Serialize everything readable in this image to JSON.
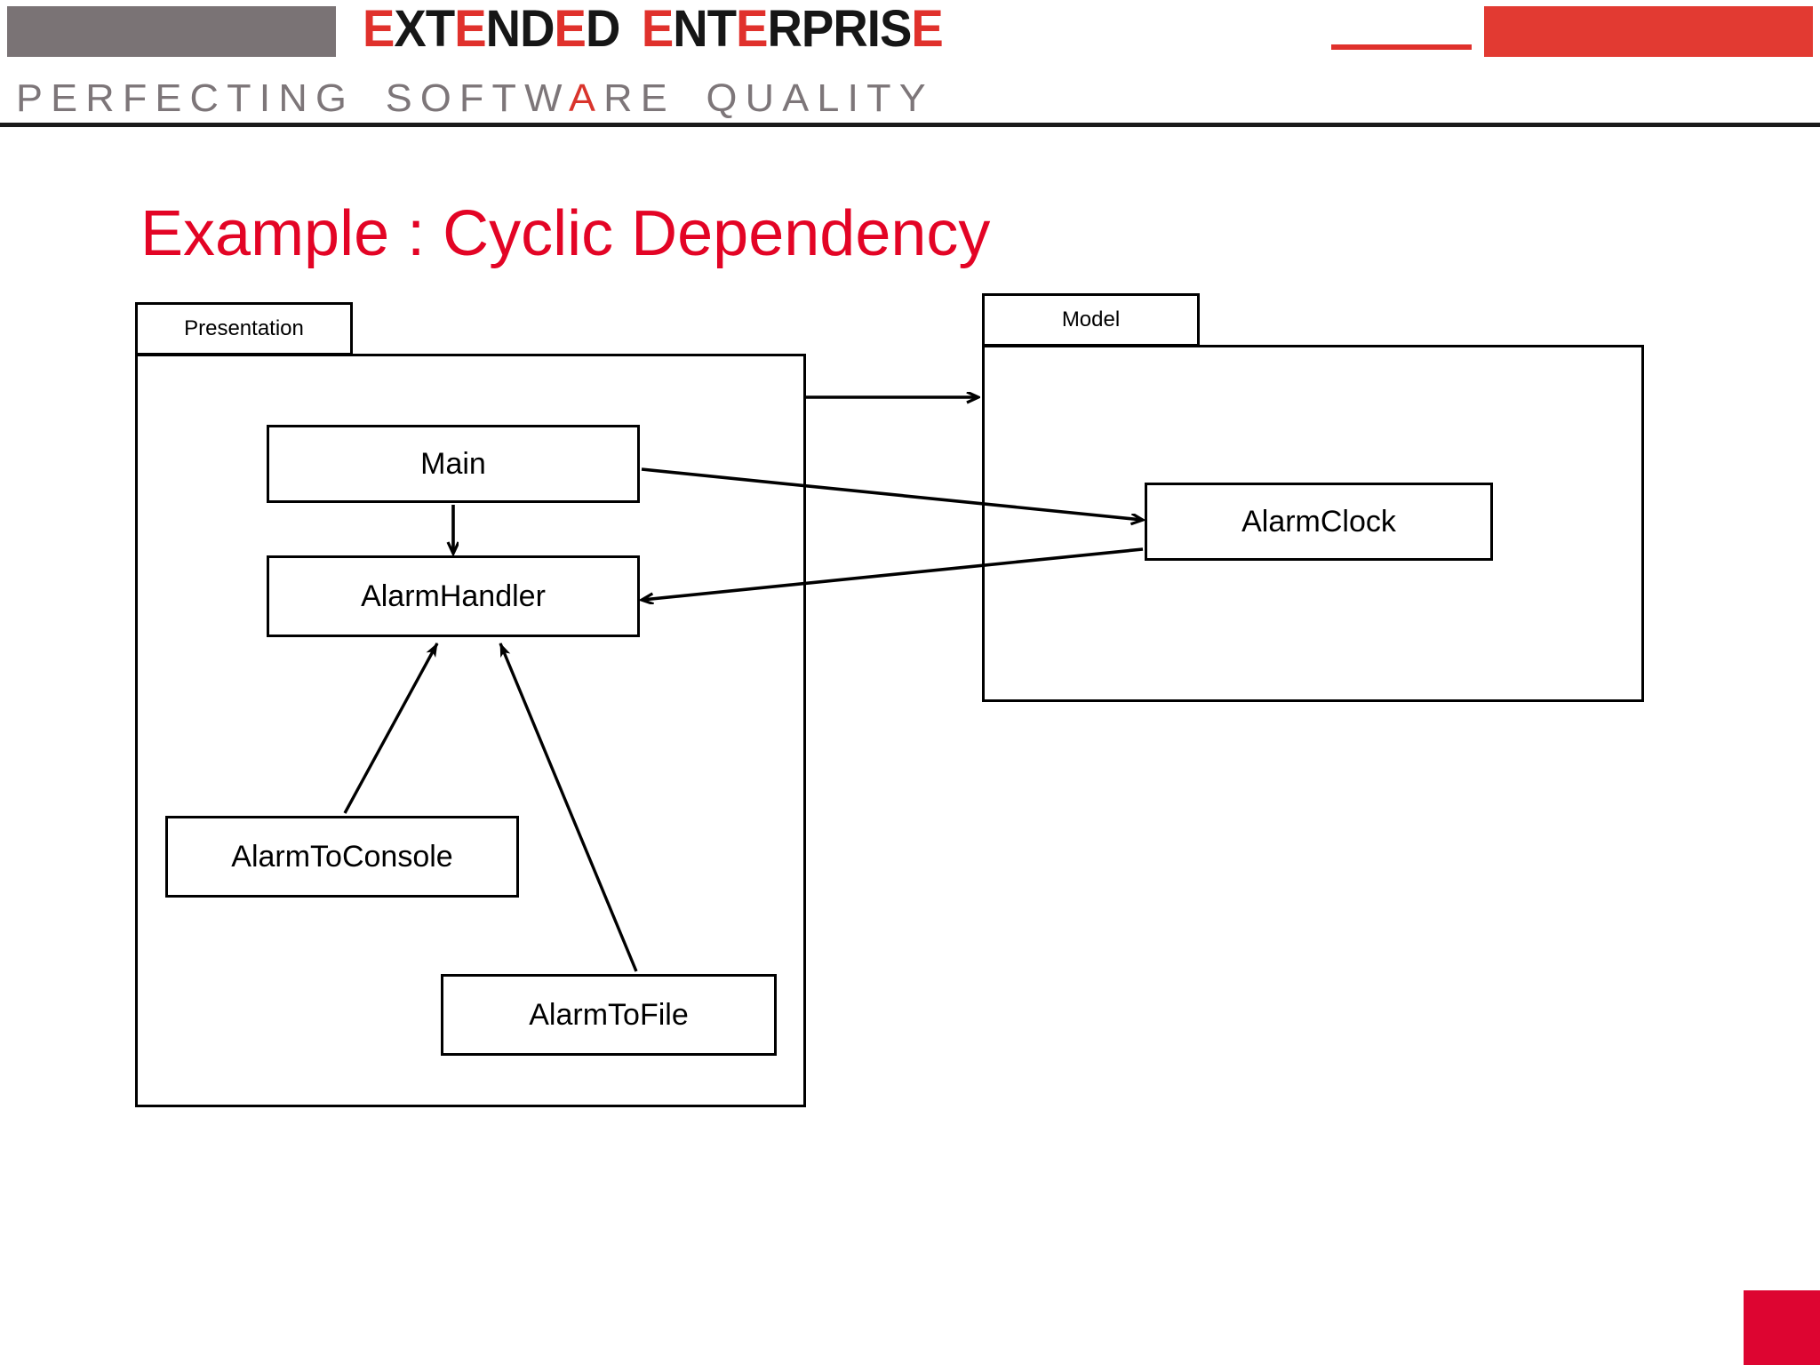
{
  "banner": {
    "wordmark_part1": "EXTENDED",
    "wordmark_part2": "ENTERPRISE",
    "wordmark_letters_1": [
      {
        "ch": "E",
        "color": "red"
      },
      {
        "ch": "X",
        "color": "black"
      },
      {
        "ch": "T",
        "color": "black"
      },
      {
        "ch": "E",
        "color": "red"
      },
      {
        "ch": "N",
        "color": "black"
      },
      {
        "ch": "D",
        "color": "black"
      },
      {
        "ch": "E",
        "color": "red"
      },
      {
        "ch": "D",
        "color": "black"
      }
    ],
    "wordmark_letters_2": [
      {
        "ch": "E",
        "color": "red"
      },
      {
        "ch": "N",
        "color": "black"
      },
      {
        "ch": "T",
        "color": "black"
      },
      {
        "ch": "E",
        "color": "red"
      },
      {
        "ch": "R",
        "color": "black"
      },
      {
        "ch": "P",
        "color": "black"
      },
      {
        "ch": "R",
        "color": "black"
      },
      {
        "ch": "I",
        "color": "black"
      },
      {
        "ch": "S",
        "color": "black"
      },
      {
        "ch": "E",
        "color": "red"
      }
    ],
    "tagline_word1": "PERFECTING",
    "tagline_word2_a": "SOFTW",
    "tagline_word2_A": "A",
    "tagline_word2_b": "RE",
    "tagline_word3": "QUALITY",
    "colors": {
      "brand_red": "#e0312c",
      "brand_gray": "#7a7375",
      "block_red": "#e23a32",
      "tagline_gray": "#7d7679",
      "rule_black": "#1a1a1a"
    }
  },
  "slide": {
    "title": "Example : Cyclic Dependency",
    "title_color": "#e30425"
  },
  "diagram": {
    "type": "uml-package-class-diagram",
    "packages": [
      {
        "id": "presentation",
        "label": "Presentation"
      },
      {
        "id": "model",
        "label": "Model"
      }
    ],
    "classes": [
      {
        "id": "main",
        "label": "Main",
        "package": "presentation"
      },
      {
        "id": "alarmhandler",
        "label": "AlarmHandler",
        "package": "presentation"
      },
      {
        "id": "alarmtoconsole",
        "label": "AlarmToConsole",
        "package": "presentation"
      },
      {
        "id": "alarmtofile",
        "label": "AlarmToFile",
        "package": "presentation"
      },
      {
        "id": "alarmclock",
        "label": "AlarmClock",
        "package": "model"
      }
    ],
    "edges": [
      {
        "from": "presentation",
        "to": "model",
        "kind": "package-dependency"
      },
      {
        "from": "main",
        "to": "alarmhandler",
        "kind": "dependency"
      },
      {
        "from": "main",
        "to": "alarmclock",
        "kind": "dependency"
      },
      {
        "from": "alarmclock",
        "to": "alarmhandler",
        "kind": "dependency"
      },
      {
        "from": "alarmtoconsole",
        "to": "alarmhandler",
        "kind": "dependency"
      },
      {
        "from": "alarmtofile",
        "to": "alarmhandler",
        "kind": "dependency"
      }
    ]
  },
  "footer": {
    "accent_color": "#dd0531"
  }
}
